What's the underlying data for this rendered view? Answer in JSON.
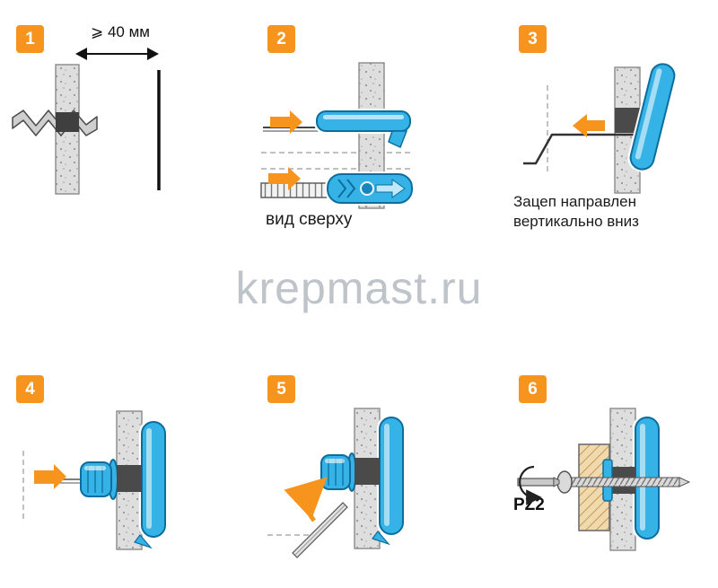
{
  "watermark": {
    "text": "krepmast.ru"
  },
  "steps": [
    {
      "number": "1",
      "dimension_label": "⩾ 40 мм"
    },
    {
      "number": "2",
      "caption": "вид сверху"
    },
    {
      "number": "3",
      "caption_line1": "Зацеп направлен",
      "caption_line2": "вертикально вниз"
    },
    {
      "number": "4"
    },
    {
      "number": "5"
    },
    {
      "number": "6",
      "caption": "PZ2"
    }
  ],
  "colors": {
    "accent_orange": "#F7941E",
    "anchor_blue": "#35B3E7",
    "wall_gray": "#DEDEDE"
  }
}
